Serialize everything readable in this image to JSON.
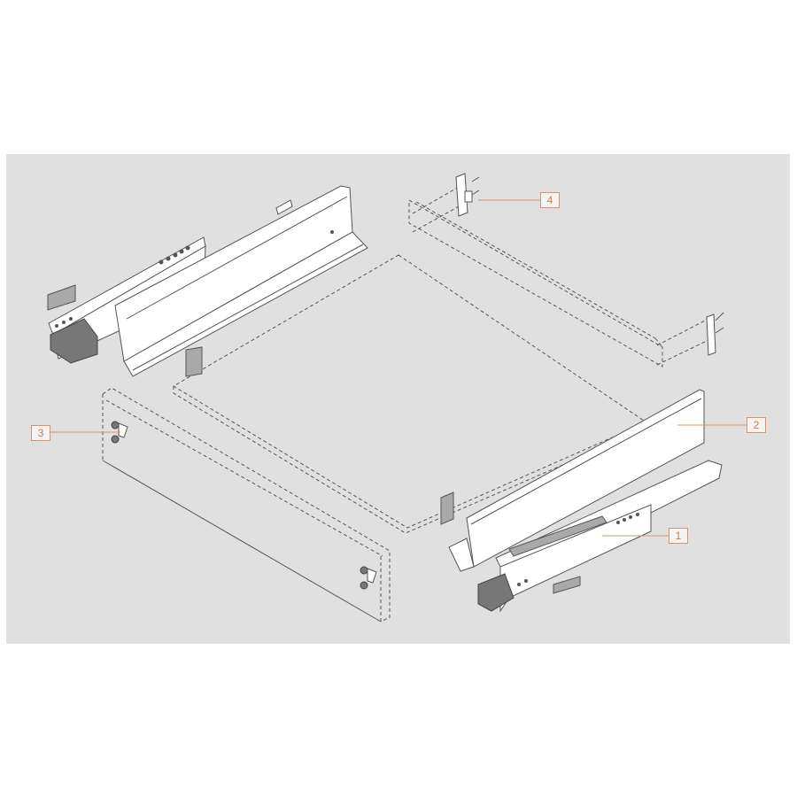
{
  "diagram": {
    "type": "exploded-assembly-drawing",
    "subject": "drawer box assembly with runners",
    "background_color": "#e0e0e1",
    "callout_color": "#d07a48",
    "callouts": [
      {
        "id": "1",
        "label": "1",
        "part": "drawer runner (right)"
      },
      {
        "id": "2",
        "label": "2",
        "part": "drawer side panel (right)"
      },
      {
        "id": "3",
        "label": "3",
        "part": "front fixing bracket"
      },
      {
        "id": "4",
        "label": "4",
        "part": "rear back-panel bracket with screws"
      }
    ],
    "parts_shown": [
      "left drawer side with runner and locking device",
      "right drawer side",
      "right runner with locking device",
      "drawer bottom panel (dashed outline)",
      "back panel (dashed outline)",
      "front panel (dashed outline)",
      "rear fixing brackets with screws (2)",
      "front fixing brackets (2)",
      "bottom panel clips (2)"
    ]
  }
}
